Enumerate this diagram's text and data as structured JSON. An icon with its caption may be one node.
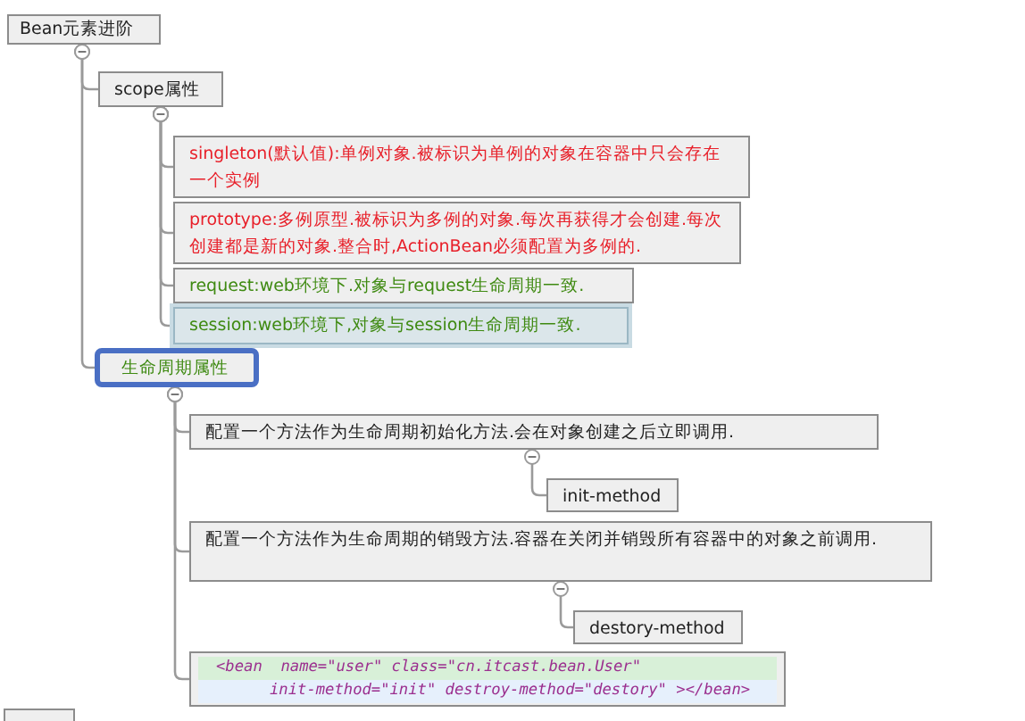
{
  "diagram": {
    "nodes": [
      {
        "text": [
          "Bean元素进阶"
        ]
      },
      {
        "text": [
          "scope属性"
        ]
      },
      {
        "text": [
          "singleton(默认值):单例对象.被标识为单例的对象在容器中只会存在一个实例"
        ]
      },
      {
        "text": [
          "prototype:多例原型.被标识为多例的对象.每次再获得才会创建.每次创建都是新的对象.整合时,ActionBean必须配置为多例的."
        ]
      },
      {
        "text": [
          "request:web环境下.对象与request生命周期一致."
        ]
      },
      {
        "text": [
          "session:web环境下,对象与session生命周期一致."
        ]
      },
      {
        "text": [
          "生命周期属性"
        ]
      },
      {
        "text": [
          "配置一个方法作为生命周期初始化方法.会在对象创建之后立即调用."
        ]
      },
      {
        "text": [
          "init-method"
        ]
      },
      {
        "text": [
          "配置一个方法作为生命周期的销毁方法.容器在关闭并销毁所有容器中的对象之前调用."
        ]
      },
      {
        "text": [
          "destory-method"
        ]
      },
      {
        "text": [
          "<bean  name=\"user\" class=\"cn.itcast.bean.User\"",
          "init-method=\"init\" destroy-method=\"destory\" ></bean>"
        ]
      },
      {
        "text": [],
        "shape": "box"
      }
    ],
    "edges": [
      {
        "from": 0,
        "to": 1,
        "arrow": "other"
      },
      {
        "from": 1,
        "to": 2,
        "arrow": "other"
      },
      {
        "from": 1,
        "to": 3,
        "arrow": "other"
      },
      {
        "from": 1,
        "to": 4,
        "arrow": "other"
      },
      {
        "from": 1,
        "to": 5,
        "arrow": "other"
      },
      {
        "from": 0,
        "to": 6,
        "arrow": "other"
      },
      {
        "from": 6,
        "to": 7,
        "arrow": "other"
      },
      {
        "from": 7,
        "to": 8,
        "arrow": "other"
      },
      {
        "from": 6,
        "to": 9,
        "arrow": "other"
      },
      {
        "from": 9,
        "to": 10,
        "arrow": "other"
      },
      {
        "from": 6,
        "to": 11,
        "arrow": "other"
      }
    ]
  }
}
